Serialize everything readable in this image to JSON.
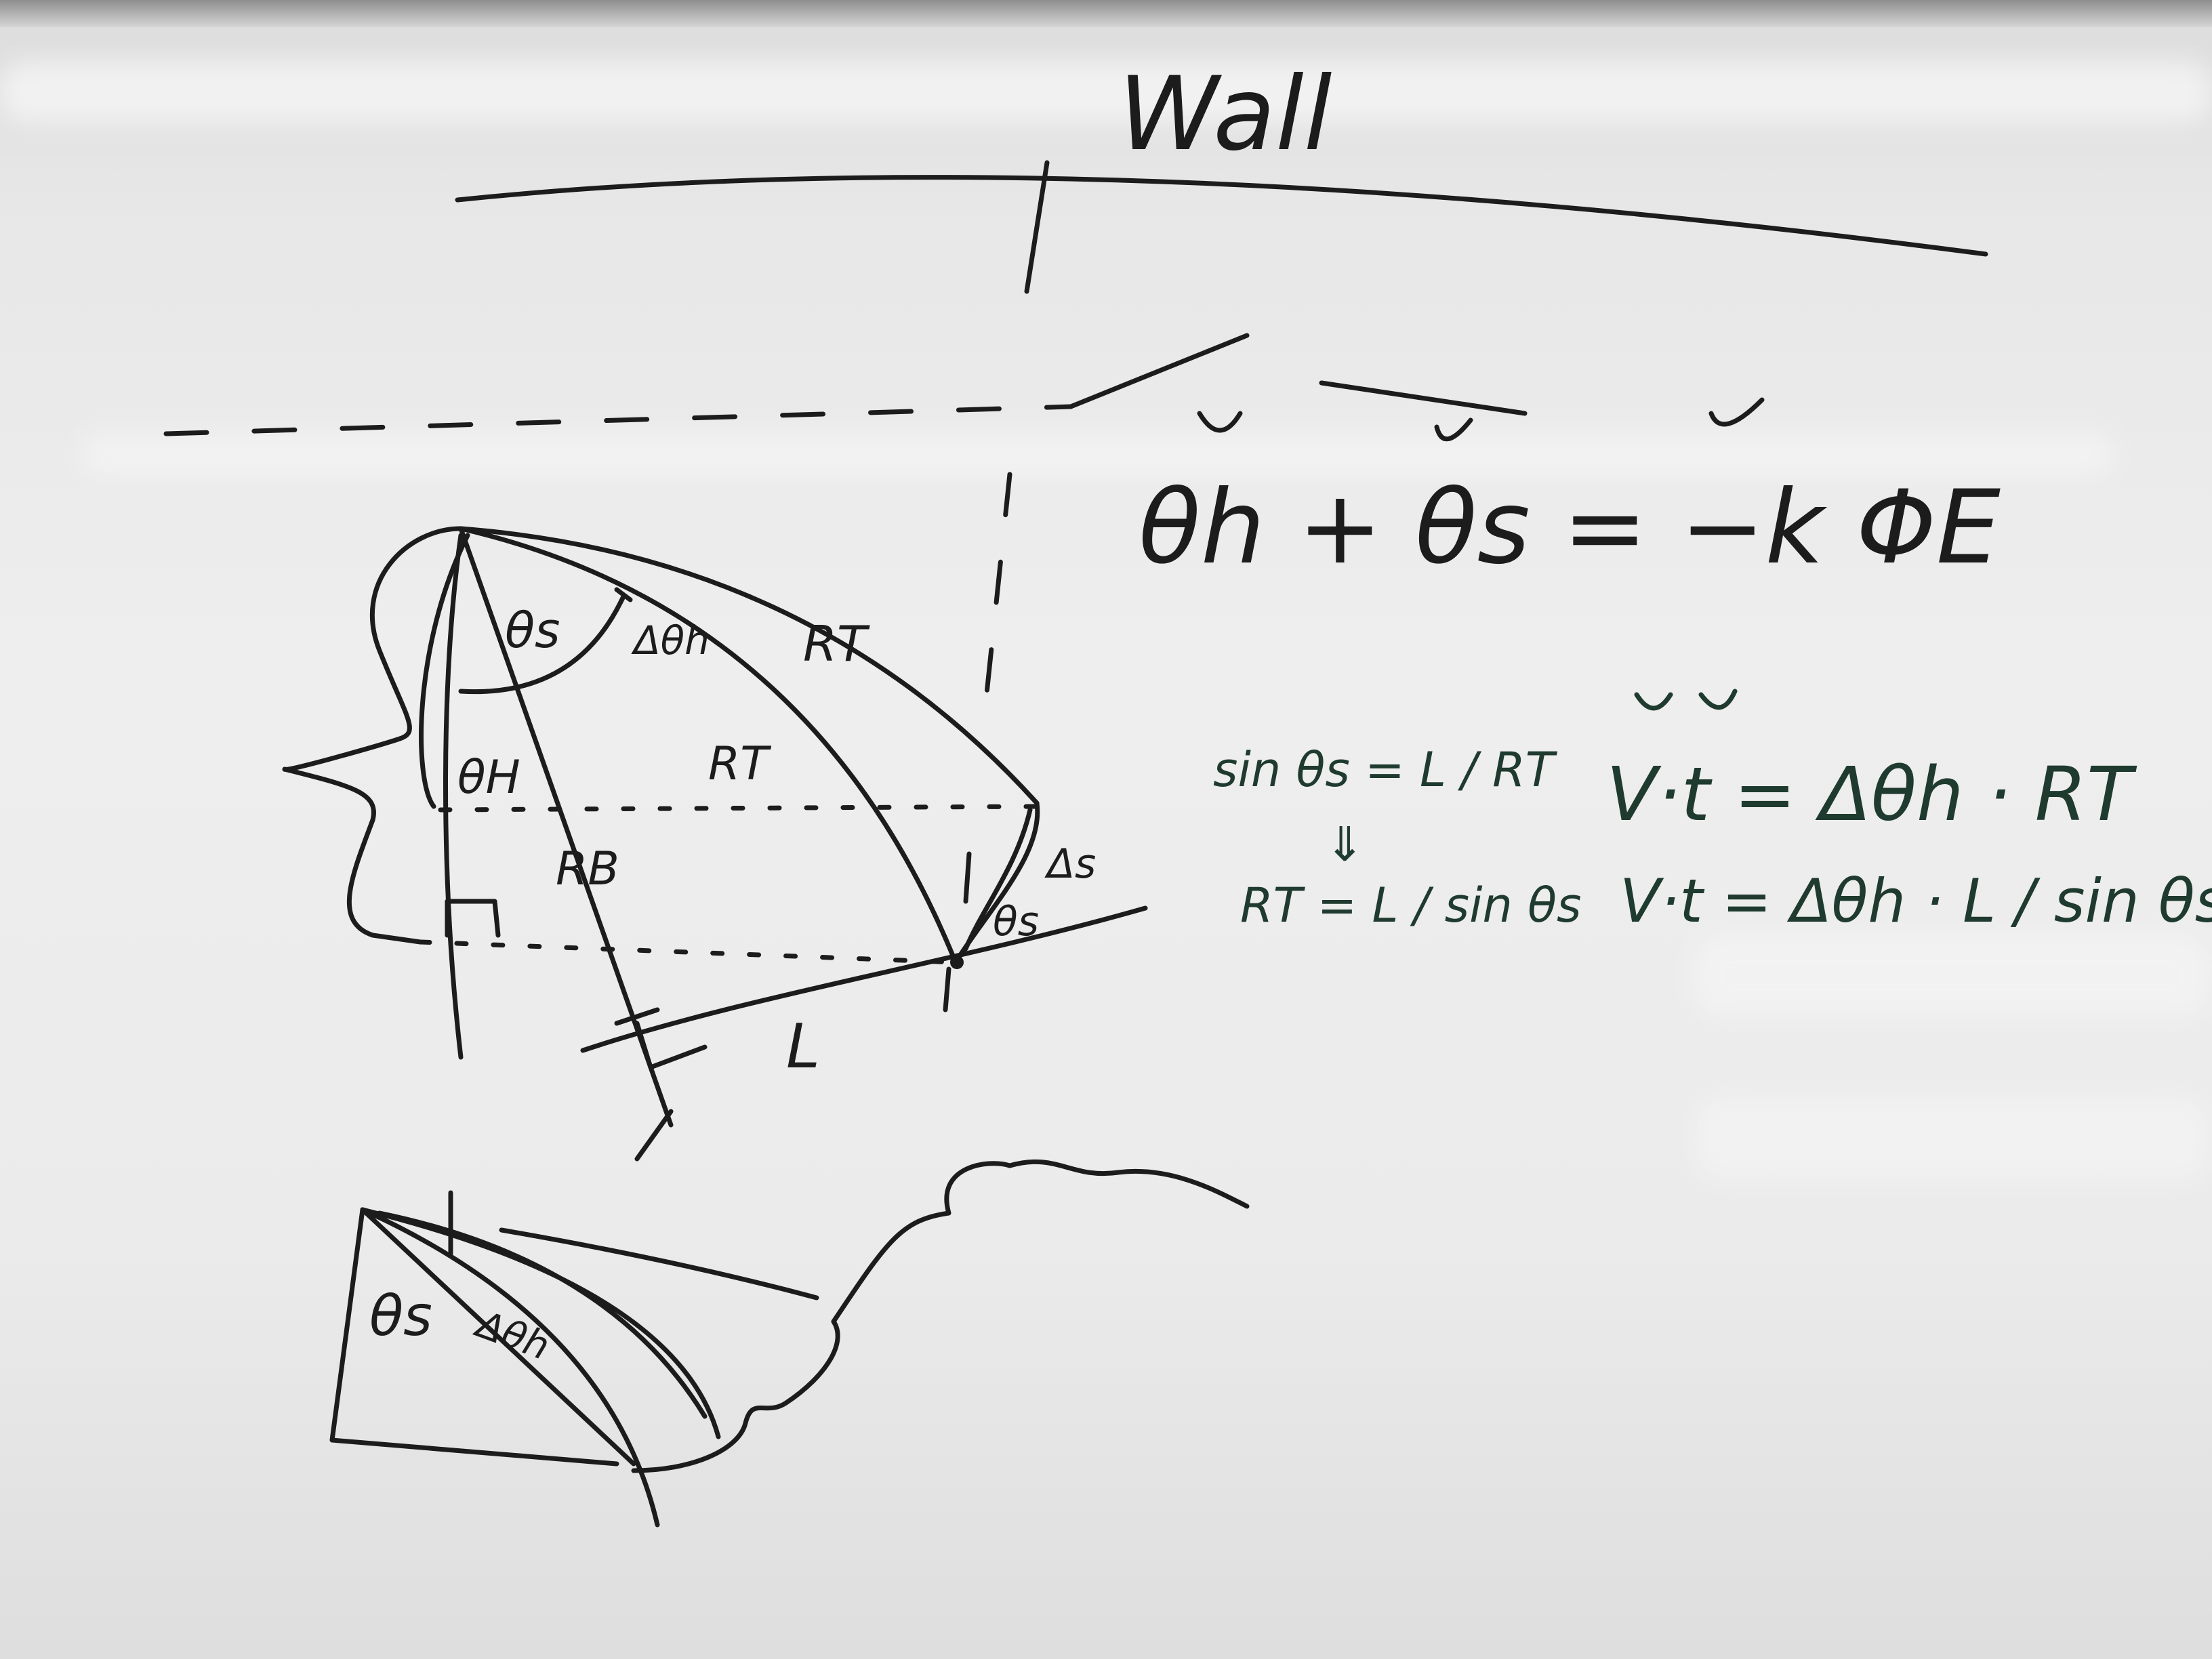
{
  "board": {
    "wall_label": "Wall",
    "diagram1": {
      "theta_s": "θs",
      "delta_theta_h": "Δθh",
      "r_t_outer": "RT",
      "r_t_inner": "RT",
      "theta_h": "θH",
      "r_b": "RB",
      "delta_s": "Δs",
      "theta_s_small": "θs",
      "l": "L"
    },
    "equation_main": "θh + θs = −k ΦE",
    "equation_left": {
      "line1": "sin θs = L / RT",
      "line2": "⇓",
      "line3": "RT = L / sin θs"
    },
    "equation_right": {
      "line1": "V·t = Δθh · RT",
      "line2": "V·t = Δθh · L / sin θs"
    },
    "diagram2": {
      "theta_s": "θs",
      "delta_theta_h": "Δθh"
    }
  }
}
